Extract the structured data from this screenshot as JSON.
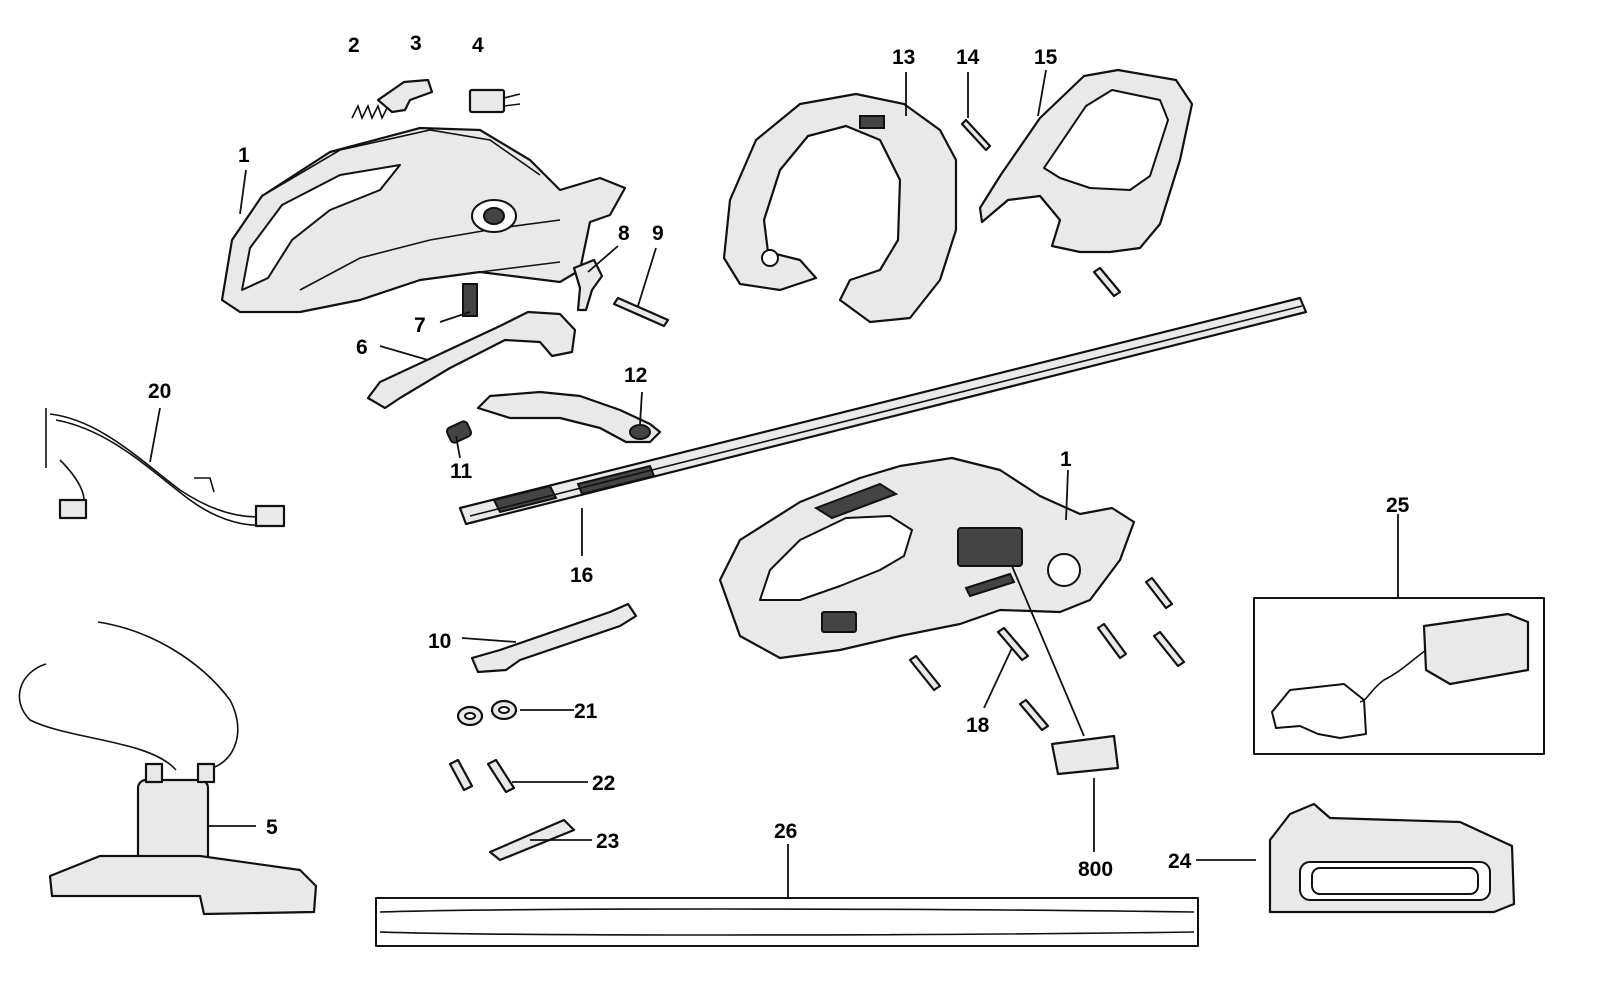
{
  "callouts": {
    "c1a": "1",
    "c2": "2",
    "c3": "3",
    "c4": "4",
    "c5": "5",
    "c6": "6",
    "c7": "7",
    "c8": "8",
    "c9": "9",
    "c10": "10",
    "c11": "11",
    "c12": "12",
    "c13": "13",
    "c14": "14",
    "c15": "15",
    "c16": "16",
    "c18": "18",
    "c20": "20",
    "c21": "21",
    "c22": "22",
    "c23": "23",
    "c24": "24",
    "c25": "25",
    "c26": "26",
    "c1b": "1",
    "c800": "800"
  }
}
